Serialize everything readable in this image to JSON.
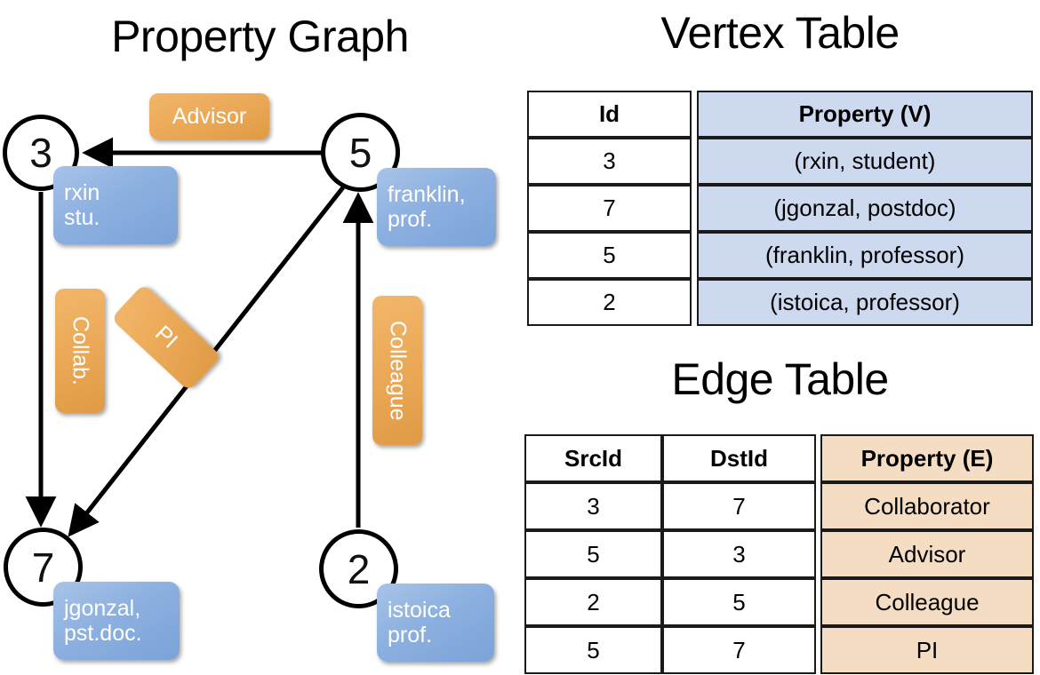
{
  "titles": {
    "graph": "Property Graph",
    "vertex_table": "Vertex Table",
    "edge_table": "Edge Table"
  },
  "graph": {
    "nodes": [
      {
        "id": "3",
        "property_line1": "rxin",
        "property_line2": "stu."
      },
      {
        "id": "5",
        "property_line1": "franklin,",
        "property_line2": "prof."
      },
      {
        "id": "7",
        "property_line1": "jgonzal,",
        "property_line2": "pst.doc."
      },
      {
        "id": "2",
        "property_line1": "istoica",
        "property_line2": "prof."
      }
    ],
    "edge_labels": [
      {
        "key": "advisor",
        "text": "Advisor"
      },
      {
        "key": "collab",
        "text": "Collab."
      },
      {
        "key": "pi",
        "text": "PI"
      },
      {
        "key": "colleague",
        "text": "Colleague"
      }
    ],
    "colors": {
      "node_fill": "#ffffff",
      "node_stroke": "#000000",
      "vertex_property_box": "#8cb0e0",
      "edge_label_box": "#eba957",
      "edge_line": "#000000"
    }
  },
  "vertex_table": {
    "columns": [
      "Id",
      "Property (V)"
    ],
    "rows": [
      {
        "id": "3",
        "property": "(rxin, student)"
      },
      {
        "id": "7",
        "property": "(jgonzal, postdoc)"
      },
      {
        "id": "5",
        "property": "(franklin, professor)"
      },
      {
        "id": "2",
        "property": "(istoica, professor)"
      }
    ],
    "property_column_color": "#ccd9ef"
  },
  "edge_table": {
    "columns": [
      "SrcId",
      "DstId",
      "Property (E)"
    ],
    "rows": [
      {
        "src": "3",
        "dst": "7",
        "property": "Collaborator"
      },
      {
        "src": "5",
        "dst": "3",
        "property": "Advisor"
      },
      {
        "src": "2",
        "dst": "5",
        "property": "Colleague"
      },
      {
        "src": "5",
        "dst": "7",
        "property": "PI"
      }
    ],
    "property_column_color": "#f5ddc3"
  }
}
